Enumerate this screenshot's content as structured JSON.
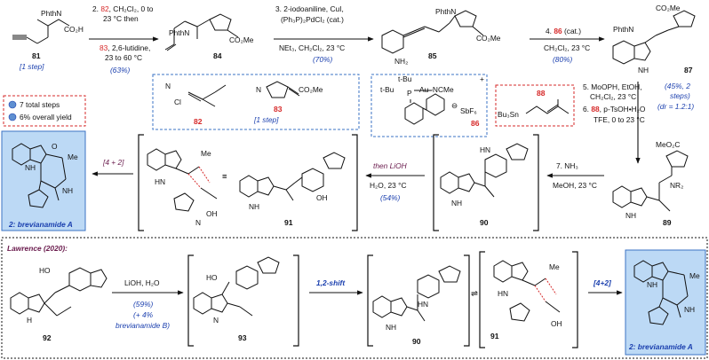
{
  "compounds": {
    "c81": "81",
    "c84": "84",
    "c85": "85",
    "c87": "87",
    "c82": "82",
    "c83": "83",
    "c86": "86",
    "c88": "88",
    "c89": "89",
    "c90": "90",
    "c91": "91",
    "c92": "92",
    "c93": "93",
    "c90b": "90",
    "c91b": "91"
  },
  "labels": {
    "c81_steps": "[1 step]",
    "c83_steps": "[1 step]",
    "phthn": "PhthN",
    "nh2": "NH₂",
    "nh": "NH",
    "co2h": "CO₂H",
    "co2me": "CO₂Me",
    "meo2c": "MeO₂C",
    "nr2": "NR₂",
    "me": "Me",
    "oh": "OH",
    "ho": "HO",
    "n": "N",
    "hn": "HN",
    "h": "H",
    "o": "O",
    "cl": "Cl",
    "bu3sn": "Bu₃Sn",
    "tbu1": "t-Bu",
    "tbu2": "t-Bu",
    "p": "P",
    "au": "Au–NCMe",
    "sbf6": "SbF₆",
    "plus": "+",
    "minus": "⊖"
  },
  "steps": {
    "s2a_pre": "2.",
    "s2a_num": "82",
    "s2a_rest": ", CH₂Cl₂, 0 to",
    "s2b": "23 °C then",
    "s2c_num": "83",
    "s2c_rest": ", 2,6-lutidine,",
    "s2d": "23 to 60 °C",
    "s2_yield": "(63%)",
    "s3a": "3. 2-iodoaniline, CuI,",
    "s3b": "(Ph₃P)₂PdCl₂ (cat.)",
    "s3c": "NEt₃, CH₂Cl₂, 23 °C",
    "s3_yield": "(70%)",
    "s4_pre": "4.",
    "s4_num": "86",
    "s4_rest": "(cat.)",
    "s4b": "CH₂Cl₂, 23 °C",
    "s4_yield": "(80%)",
    "s5": "5. MoOPH, EtOH,",
    "s5b": "CH₂Cl₂, 23 °C",
    "s6_pre": "6.",
    "s6_num": "88",
    "s6_rest": ", p-TsOH•H₂O",
    "s6b": "TFE, 0 to 23 °C",
    "s56_yield_a": "(45%, 2",
    "s56_yield_b": "steps)",
    "s56_dr": "(dr = 1.2:1)",
    "s7a": "7. NH₃",
    "s7b": "MeOH, 23 °C",
    "lioh_a": "then LiOH",
    "lioh_b": "H₂O, 23 °C",
    "lioh_yield": "(54%)",
    "da": "[4 + 2]",
    "equiv": "≡"
  },
  "summary": {
    "steps": "7 total steps",
    "yield": "6% overall yield"
  },
  "product": {
    "label_num": "2",
    "label_name": ": brevianamide A"
  },
  "lawrence": {
    "title": "Lawrence (2020):",
    "cond_a": "LiOH, H₂O",
    "cond_yield": "(59%)",
    "cond_b": "(+ 4%",
    "cond_c": "brevianamide B)",
    "shift": "1,2-shift",
    "da": "[4+2]",
    "eq": "⇌",
    "product_num": "2",
    "product_name": ": brevianamide A"
  },
  "colors": {
    "red": "#d62828",
    "blue": "#1a3fae",
    "box_fill": "#bcd9f5",
    "box_border": "#3b73c4",
    "purple": "#6a1b4d"
  }
}
